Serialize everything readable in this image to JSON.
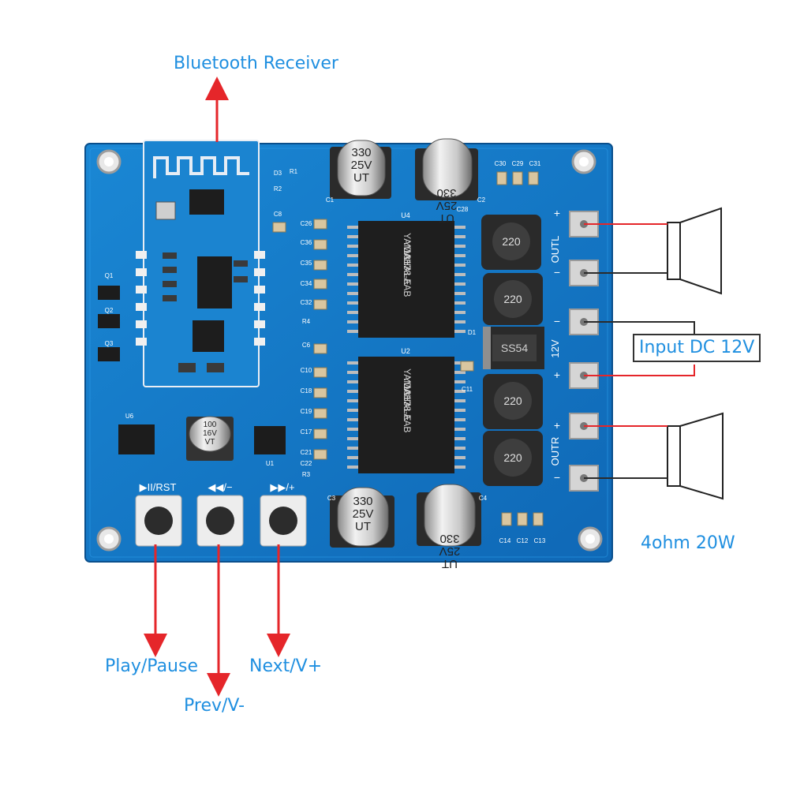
{
  "callouts": {
    "bluetooth_receiver": "Bluetooth Receiver",
    "input_dc": "Input DC 12V",
    "load_rating": "4ohm 20W",
    "play_pause": "Play/Pause",
    "prev": "Prev/V-",
    "next": "Next/V+"
  },
  "board": {
    "capacitor_top_left": [
      "330",
      "25V",
      "UT"
    ],
    "capacitor_top_right": [
      "330",
      "25V",
      "UT"
    ],
    "capacitor_bottom_left": [
      "330",
      "25V",
      "UT"
    ],
    "capacitor_bottom_right": [
      "330",
      "25V",
      "UT"
    ],
    "capacitor_small": [
      "100",
      "16V",
      "VT"
    ],
    "chip_top": [
      "YAMAHA",
      "YDA138-E",
      "1317 LAAB"
    ],
    "chip_bottom": [
      "YAMAHA",
      "YDA138-E",
      "1317 LAAB"
    ],
    "chip_top_ref": "U4",
    "chip_bottom_ref": "U2",
    "inductor_value": "220",
    "diode_label": "SS54",
    "button_labels": [
      "▶II/RST",
      "◀◀/−",
      "▶▶/+"
    ],
    "terminal_labels": {
      "outl": "OUTL",
      "v12": "12V",
      "outr": "OUTR",
      "plus": "+",
      "minus": "−"
    },
    "silkscreen": [
      "C1",
      "C2",
      "C3",
      "C4",
      "C6",
      "C8",
      "C10",
      "C11",
      "C12",
      "C13",
      "C14",
      "C17",
      "C18",
      "C19",
      "C21",
      "C22",
      "C26",
      "C28",
      "C29",
      "C30",
      "C31",
      "C32",
      "C34",
      "C35",
      "C36",
      "D1",
      "D3",
      "Q1",
      "Q2",
      "Q3",
      "R1",
      "R2",
      "R3",
      "R4",
      "U1",
      "U6"
    ]
  },
  "colors": {
    "board": "#1377c4",
    "board_dark": "#0b5ea6",
    "callout_text": "#1f8fe0",
    "arrow_red": "#e5262a",
    "wire_dark": "#2b2b2b"
  }
}
